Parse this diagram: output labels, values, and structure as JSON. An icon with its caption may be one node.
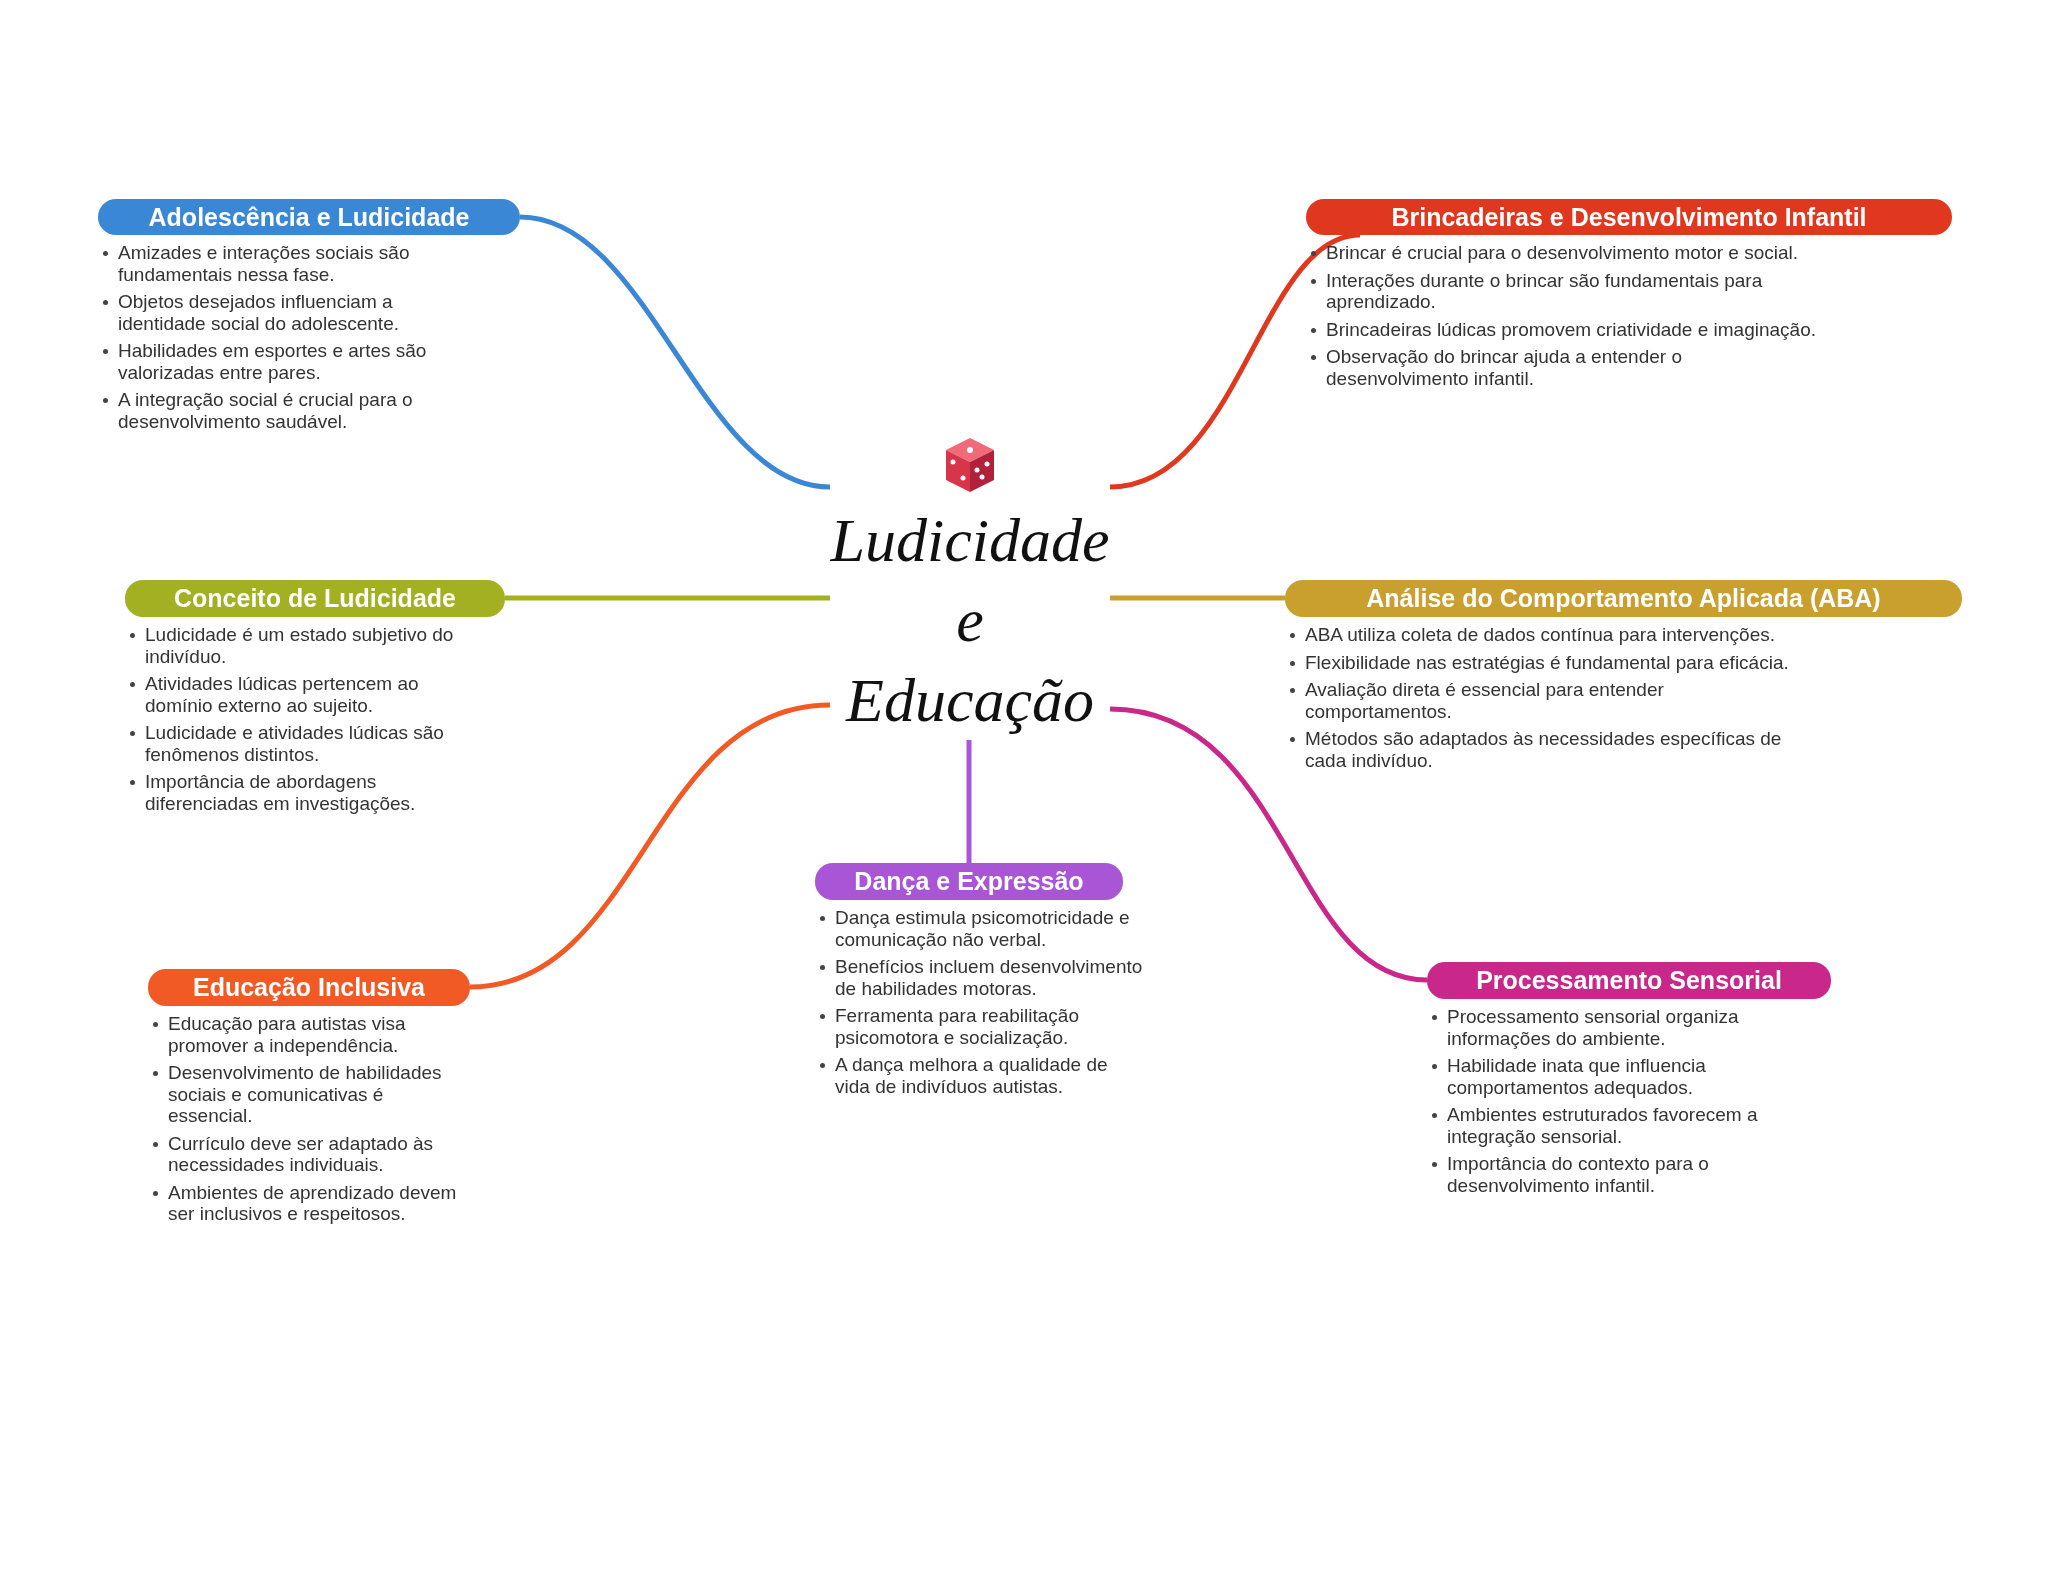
{
  "diagram": {
    "nodes": [
      {
        "text": [
          "Ludicidade e Educação"
        ]
      },
      {
        "text": [
          "Adolescência e Ludicidade"
        ],
        "beside": [
          "Amizades e interações sociais são fundamentais nessa fase.",
          "Objetos desejados influenciam a identidade social do adolescente.",
          "Habilidades em esportes e artes são valorizadas entre pares.",
          "A integração social é crucial para o desenvolvimento saudável."
        ]
      },
      {
        "text": [
          "Brincadeiras e Desenvolvimento Infantil"
        ],
        "beside": [
          "Brincar é crucial para o desenvolvimento motor e social.",
          "Interações durante o brincar são fundamentais para aprendizado.",
          "Brincadeiras lúdicas promovem criatividade e imaginação.",
          "Observação do brincar ajuda a entender o desenvolvimento infantil."
        ]
      },
      {
        "text": [
          "Conceito de Ludicidade"
        ],
        "beside": [
          "Ludicidade é um estado subjetivo do indivíduo.",
          "Atividades lúdicas pertencem ao domínio externo ao sujeito.",
          "Ludicidade e atividades lúdicas são fenômenos distintos.",
          "Importância de abordagens diferenciadas em investigações."
        ]
      },
      {
        "text": [
          "Análise do Comportamento Aplicada (ABA)"
        ],
        "beside": [
          "ABA utiliza coleta de dados contínua para intervenções.",
          "Flexibilidade nas estratégias é fundamental para eficácia.",
          "Avaliação direta é essencial para entender comportamentos.",
          "Métodos são adaptados às necessidades específicas de cada indivíduo."
        ]
      },
      {
        "text": [
          "Educação Inclusiva"
        ],
        "beside": [
          "Educação para autistas visa promover a independência.",
          "Desenvolvimento de habilidades sociais e comunicativas é essencial.",
          "Currículo deve ser adaptado às necessidades individuais.",
          "Ambientes de aprendizado devem ser inclusivos e respeitosos."
        ]
      },
      {
        "text": [
          "Dança e Expressão"
        ],
        "beside": [
          "Dança estimula psicomotricidade e comunicação não verbal.",
          "Benefícios incluem desenvolvimento de habilidades motoras.",
          "Ferramenta para reabilitação psicomotora e socialização.",
          "A dança melhora a qualidade de vida de indivíduos autistas."
        ]
      },
      {
        "text": [
          "Processamento Sensorial"
        ],
        "beside": [
          "Processamento sensorial organiza informações do ambiente.",
          "Habilidade inata que influencia comportamentos adequados.",
          "Ambientes estruturados favorecem a integração sensorial.",
          "Importância do contexto para o desenvolvimento infantil."
        ]
      }
    ],
    "edges": [
      {
        "from": 0,
        "to": 1,
        "arrow": "none",
        "color": "#3a87d6"
      },
      {
        "from": 0,
        "to": 2,
        "arrow": "none",
        "color": "#e0381f"
      },
      {
        "from": 0,
        "to": 3,
        "arrow": "none",
        "color": "#a2b022"
      },
      {
        "from": 0,
        "to": 4,
        "arrow": "none",
        "color": "#c9a02e"
      },
      {
        "from": 0,
        "to": 5,
        "arrow": "none",
        "color": "#f15a24"
      },
      {
        "from": 0,
        "to": 6,
        "arrow": "none",
        "color": "#a855d6"
      },
      {
        "from": 0,
        "to": 7,
        "arrow": "none",
        "color": "#c9288a"
      }
    ]
  }
}
